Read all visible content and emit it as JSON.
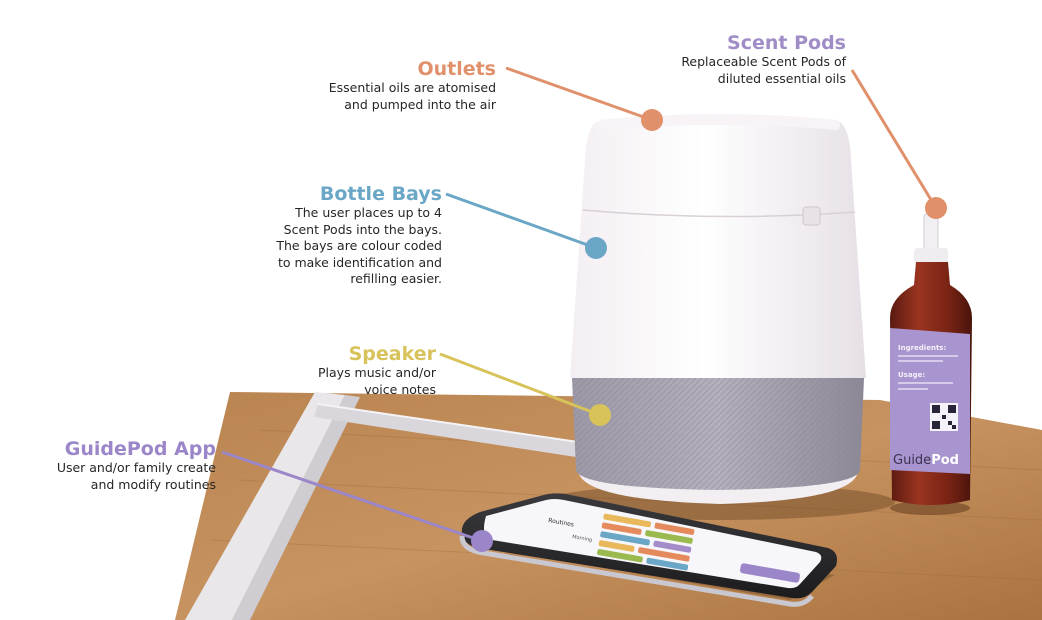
{
  "colors": {
    "outlets": "#e0906a",
    "bottle_bays": "#6aa6c6",
    "speaker": "#d8c25a",
    "app": "#9a86c8",
    "scent_pods": "#a08cc6",
    "text": "#262626"
  },
  "callouts": {
    "outlets": {
      "title": "Outlets",
      "lines": [
        "Essential oils are atomised",
        "and pumped into the air"
      ]
    },
    "bottle_bays": {
      "title": "Bottle Bays",
      "lines": [
        "The user places up to 4",
        "Scent Pods into the bays.",
        "The bays are colour coded",
        "to make identification and",
        "refilling easier."
      ]
    },
    "speaker": {
      "title": "Speaker",
      "lines": [
        "Plays music and/or",
        "voice notes"
      ]
    },
    "app": {
      "title": "GuidePod App",
      "lines": [
        "User and/or family create",
        "and modify routines"
      ]
    },
    "scent_pods": {
      "title": "Scent Pods",
      "lines": [
        "Replaceable Scent Pods of",
        "diluted essential oils"
      ]
    }
  },
  "bottle_label": {
    "brand_a": "Guide",
    "brand_b": "Pod",
    "ingredients": "Ingredients:",
    "usage": "Usage:"
  },
  "phone_screen": {
    "header": "Routines",
    "tab": "Morning"
  }
}
